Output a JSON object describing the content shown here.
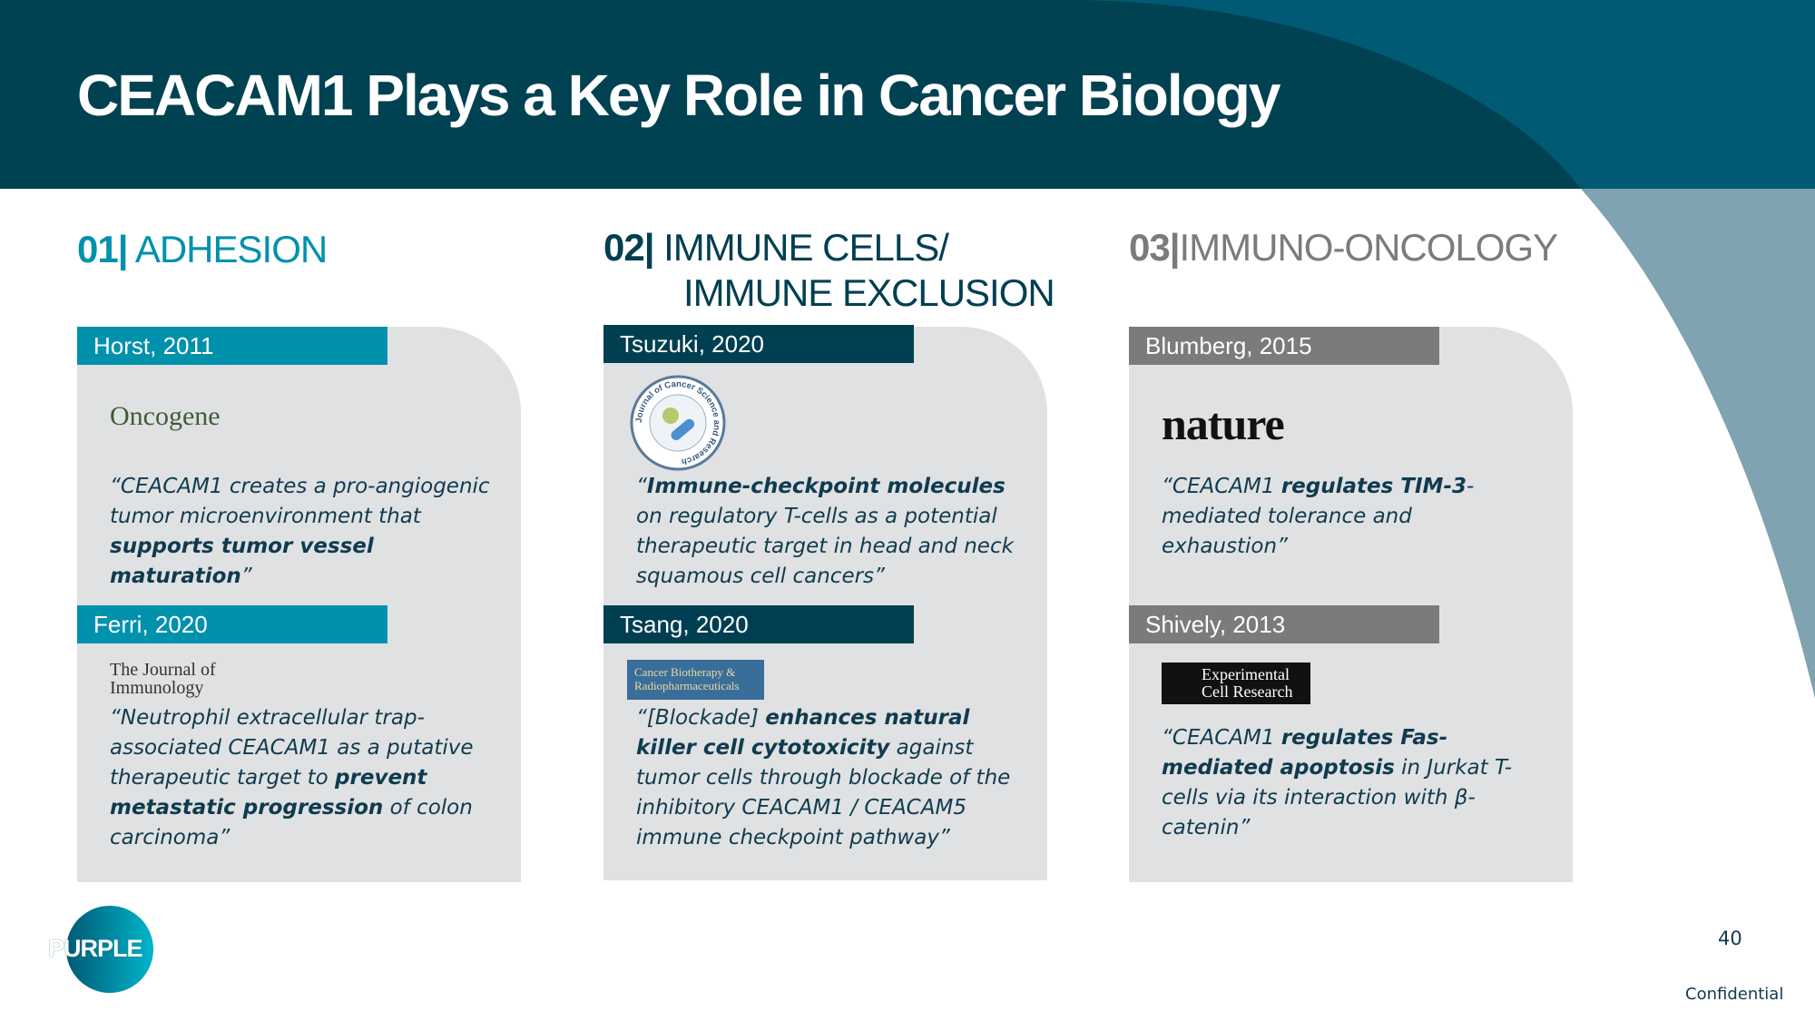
{
  "title": "CEACAM1 Plays a Key Role in Cancer Biology",
  "colors": {
    "header": "#004152",
    "accent": "#0091ad",
    "dark": "#003f51",
    "gray": "#7a7b7d",
    "card": "#e0e1e3"
  },
  "columns": [
    {
      "num": "01|",
      "name": "ADHESION",
      "cards": [
        {
          "label": "Horst, 2011",
          "journal": "Oncogene",
          "q": [
            "“CEACAM1 creates a pro-angiogenic tumor microenvironment that ",
            "supports tumor vessel maturation",
            "”"
          ]
        },
        {
          "label": "Ferri, 2020",
          "journal": "The Journal of Immunology",
          "q": [
            "“Neutrophil extracellular trap-associated CEACAM1 as a putative therapeutic target to ",
            "prevent metastatic progression",
            " of colon carcinoma”"
          ]
        }
      ]
    },
    {
      "num": "02|",
      "name": "IMMUNE CELLS/",
      "name2": "IMMUNE EXCLUSION",
      "cards": [
        {
          "label": "Tsuzuki, 2020",
          "journal": "Journal of Cancer Science and Research",
          "q": [
            "“",
            "Immune-checkpoint molecules",
            " on regulatory T-cells as a potential therapeutic target in head and neck squamous cell cancers”"
          ]
        },
        {
          "label": "Tsang, 2020",
          "journal": "Cancer Biotherapy & Radiopharmaceuticals",
          "q": [
            "“[Blockade] ",
            "enhances natural killer cell cytotoxicity",
            " against tumor cells through blockade of the inhibitory CEACAM1 / CEACAM5 immune checkpoint pathway”"
          ]
        }
      ]
    },
    {
      "num": "03|",
      "name": "IMMUNO-ONCOLOGY",
      "cards": [
        {
          "label": "Blumberg, 2015",
          "journal": "nature",
          "q": [
            "“CEACAM1 ",
            "regulates TIM-3",
            "-mediated tolerance and exhaustion”"
          ]
        },
        {
          "label": "Shively, 2013",
          "journal": "Experimental Cell Research",
          "q": [
            "“CEACAM1 ",
            "regulates Fas-mediated apoptosis",
            " in Jurkat T-cells via its interaction with β-catenin”"
          ]
        }
      ]
    }
  ],
  "footer": {
    "logo": "PURPLE BIOTECH",
    "page": "40",
    "confidential": "Confidential"
  }
}
